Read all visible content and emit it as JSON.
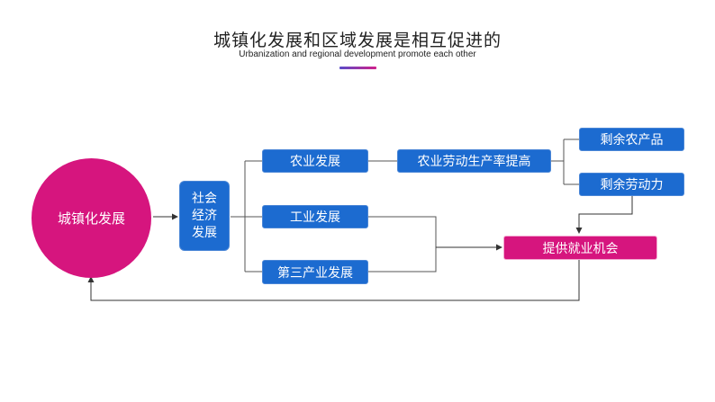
{
  "header": {
    "title": "城镇化发展和区域发展是相互促进的",
    "subtitle": "Urbanization and regional development promote each other"
  },
  "diagram": {
    "urbanization": "城镇化发展",
    "social_econ": [
      "社会",
      "经济",
      "发展"
    ],
    "agriculture": "农业发展",
    "industry": "工业发展",
    "tertiary": "第三产业发展",
    "agri_productivity": "农业劳动生产率提高",
    "surplus_products": "剩余农产品",
    "surplus_labor": "剩余劳动力",
    "jobs": "提供就业机会"
  },
  "colors": {
    "magenta": "#d6157e",
    "blue": "#1c6bd0",
    "line": "#555555"
  }
}
